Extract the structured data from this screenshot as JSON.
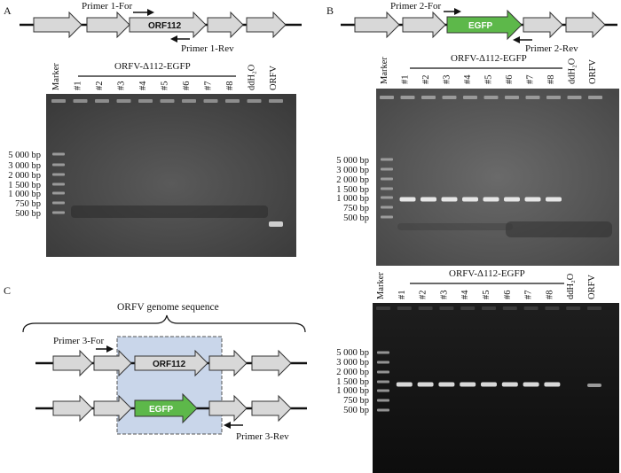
{
  "panels": {
    "A": {
      "letter": "A",
      "primer_for": "Primer 1-For",
      "primer_rev": "Primer 1-Rev",
      "gene": "ORF112",
      "group_label": "ORFV-Δ112-EGFP",
      "lanes": [
        "Marker",
        "#1",
        "#2",
        "#3",
        "#4",
        "#5",
        "#6",
        "#7",
        "#8",
        "ddH₂O",
        "ORFV"
      ],
      "ladder": [
        "5 000 bp",
        "3 000 bp",
        "2 000 bp",
        "1 500 bp",
        "1 000 bp",
        "750 bp",
        "500 bp"
      ]
    },
    "B": {
      "letter": "B",
      "primer_for": "Primer 2-For",
      "primer_rev": "Primer 2-Rev",
      "gene": "EGFP",
      "group_label": "ORFV-Δ112-EGFP",
      "lanes": [
        "Marker",
        "#1",
        "#2",
        "#3",
        "#4",
        "#5",
        "#6",
        "#7",
        "#8",
        "ddH₂O",
        "ORFV"
      ],
      "ladder": [
        "5 000 bp",
        "3 000 bp",
        "2 000 bp",
        "1 500 bp",
        "1 000 bp",
        "750 bp",
        "500 bp"
      ]
    },
    "C": {
      "letter": "C",
      "genome_label": "ORFV genome sequence",
      "primer_for": "Primer 3-For",
      "primer_rev": "Primer 3-Rev",
      "gene_top": "ORF112",
      "gene_bottom": "EGFP",
      "group_label": "ORFV-Δ112-EGFP",
      "lanes": [
        "Marker",
        "#1",
        "#2",
        "#3",
        "#4",
        "#5",
        "#6",
        "#7",
        "#8",
        "ddH₂O",
        "ORFV"
      ],
      "ladder": [
        "5 000 bp",
        "3 000 bp",
        "2 000 bp",
        "1 500 bp",
        "1 000 bp",
        "750 bp",
        "500 bp"
      ]
    }
  },
  "colors": {
    "gene_fill": "#d8d8d8",
    "egfp_fill": "#5db84a",
    "highlight_box": "#c9d6ea",
    "gel_light": "#6f6f6f",
    "gel_dark": "#111111"
  }
}
